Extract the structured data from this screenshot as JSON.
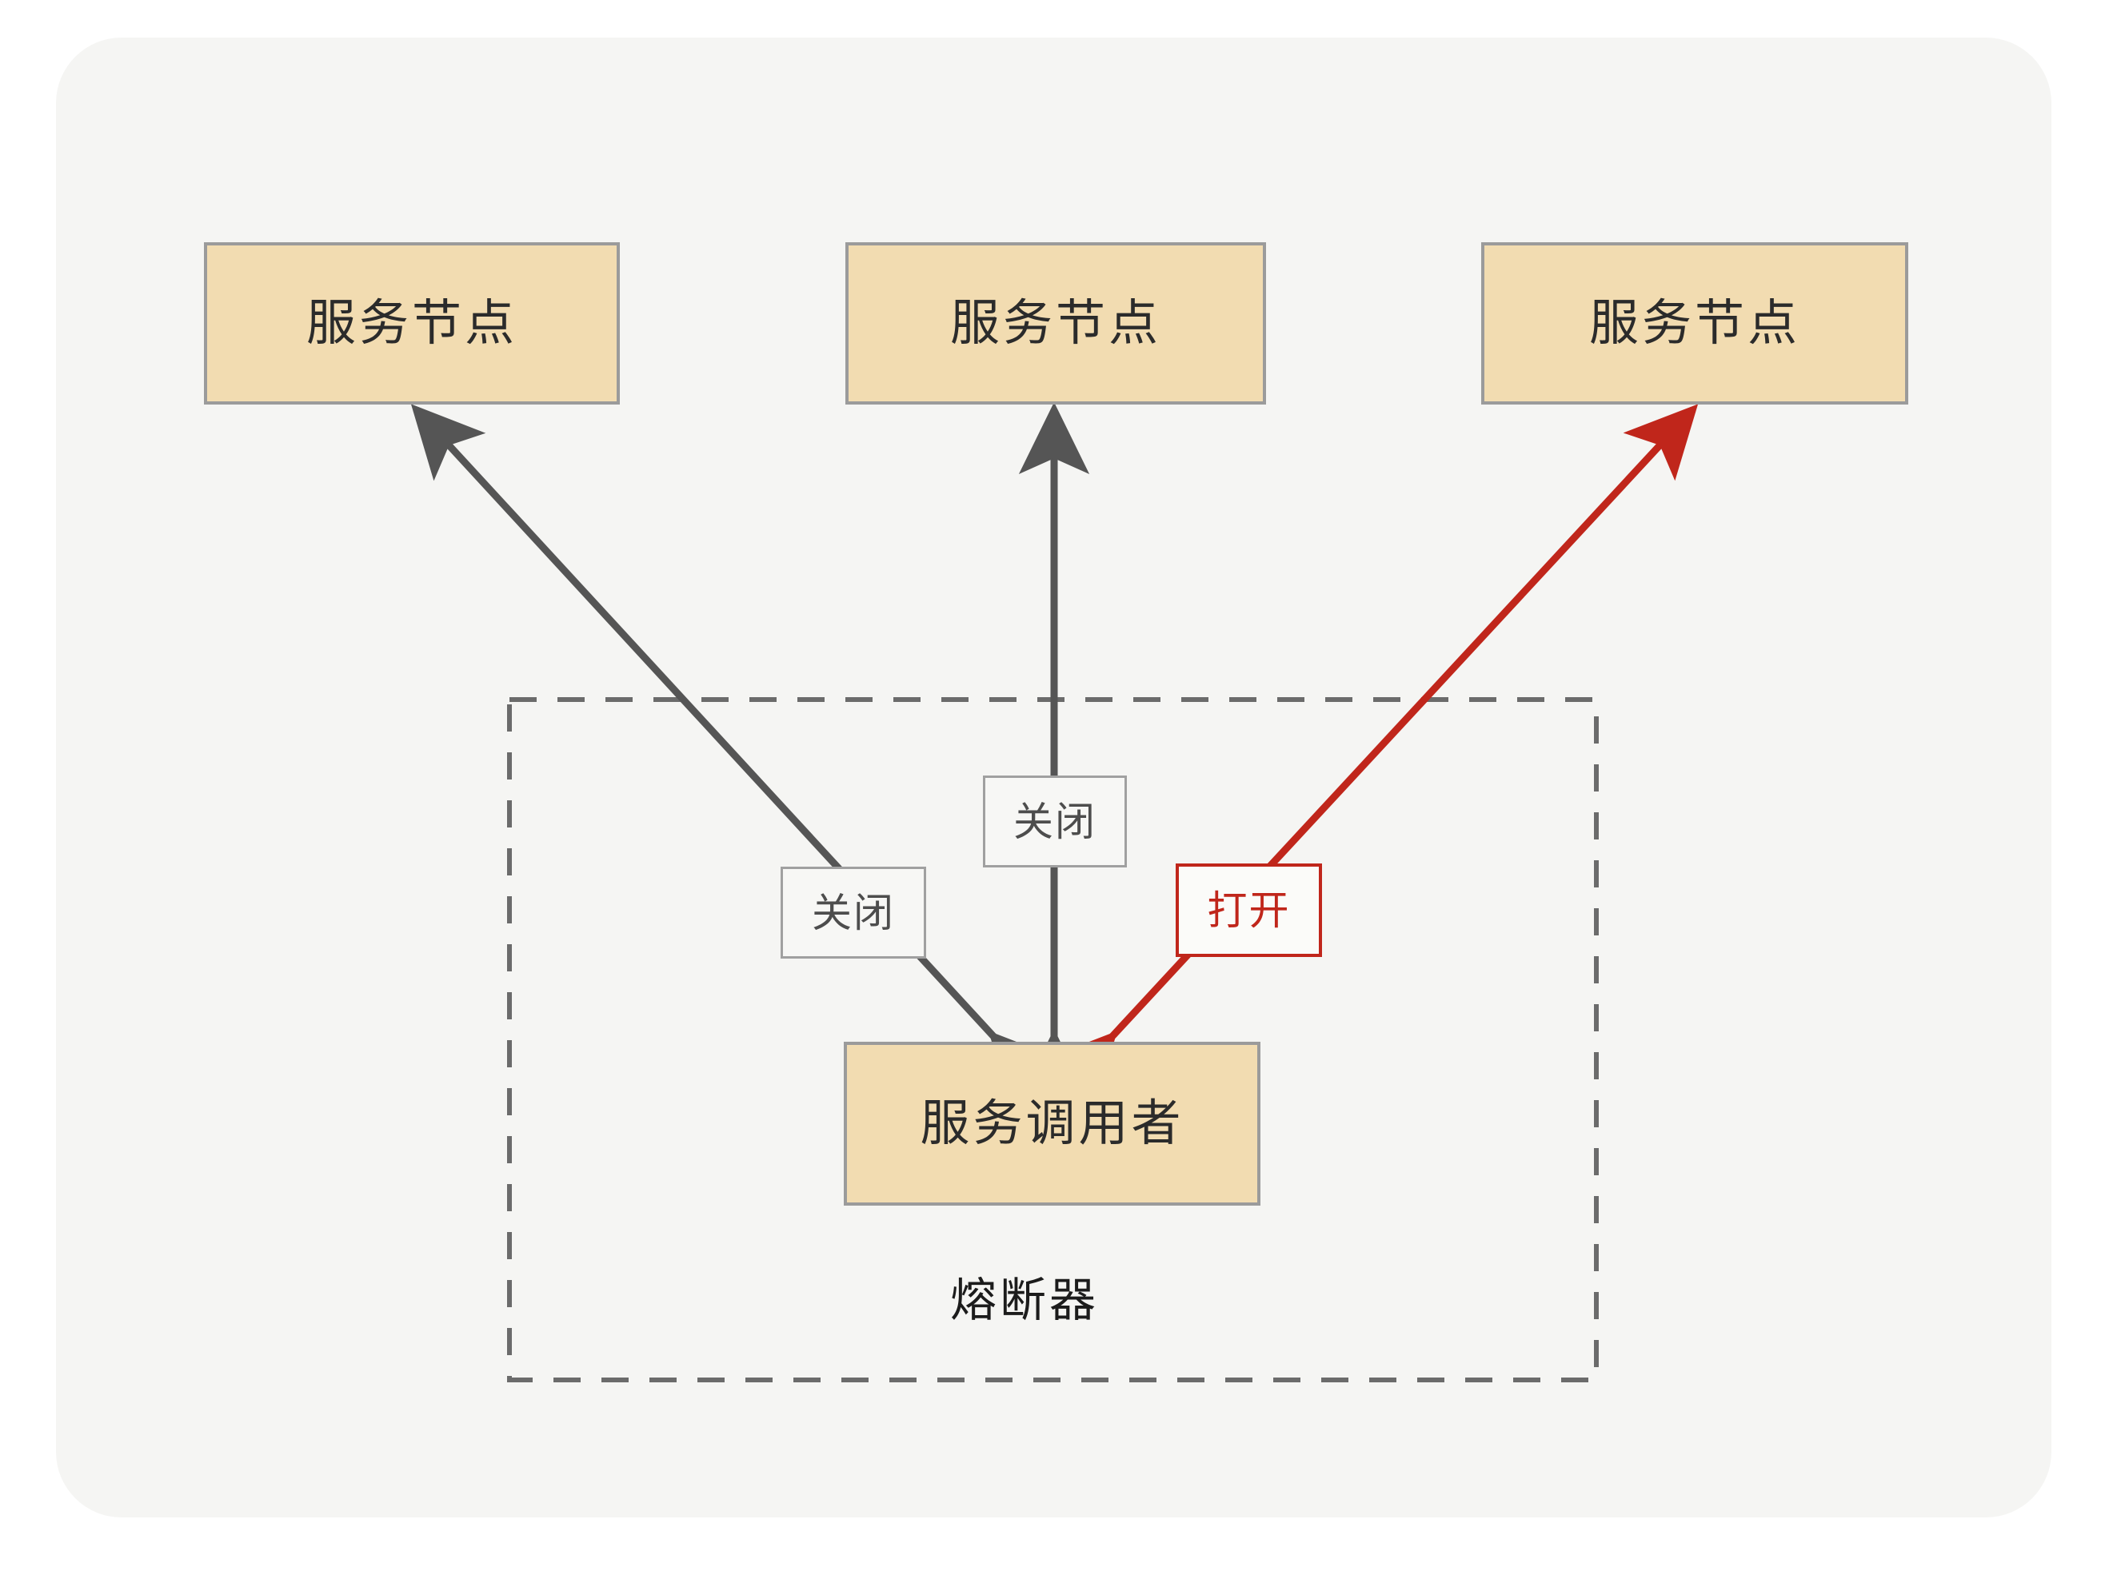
{
  "canvas": {
    "background": "#f5f5f3",
    "page_background": "#ffffff"
  },
  "palette": {
    "node_fill": "#f2dcb1",
    "node_border": "#9b9b9b",
    "closed_edge": "#555555",
    "open_edge": "#c0261b",
    "group_border": "#6b6b6b",
    "text": "#2b2b2b"
  },
  "nodes": {
    "service_nodes": [
      {
        "id": "service-node-left",
        "label": "服务节点"
      },
      {
        "id": "service-node-center",
        "label": "服务节点"
      },
      {
        "id": "service-node-right",
        "label": "服务节点"
      }
    ],
    "caller": {
      "id": "service-caller",
      "label": "服务调用者"
    }
  },
  "group": {
    "id": "circuit-breaker-group",
    "caption": "熔断器",
    "border_style": "dashed"
  },
  "edges": [
    {
      "id": "edge-left",
      "from": "service-caller",
      "to": "service-node-left",
      "state_label": "关闭",
      "color": "#555555",
      "arrow": "both"
    },
    {
      "id": "edge-center",
      "from": "service-caller",
      "to": "service-node-center",
      "state_label": "关闭",
      "color": "#555555",
      "arrow": "both"
    },
    {
      "id": "edge-right",
      "from": "service-caller",
      "to": "service-node-right",
      "state_label": "打开",
      "color": "#c0261b",
      "arrow": "both"
    }
  ]
}
